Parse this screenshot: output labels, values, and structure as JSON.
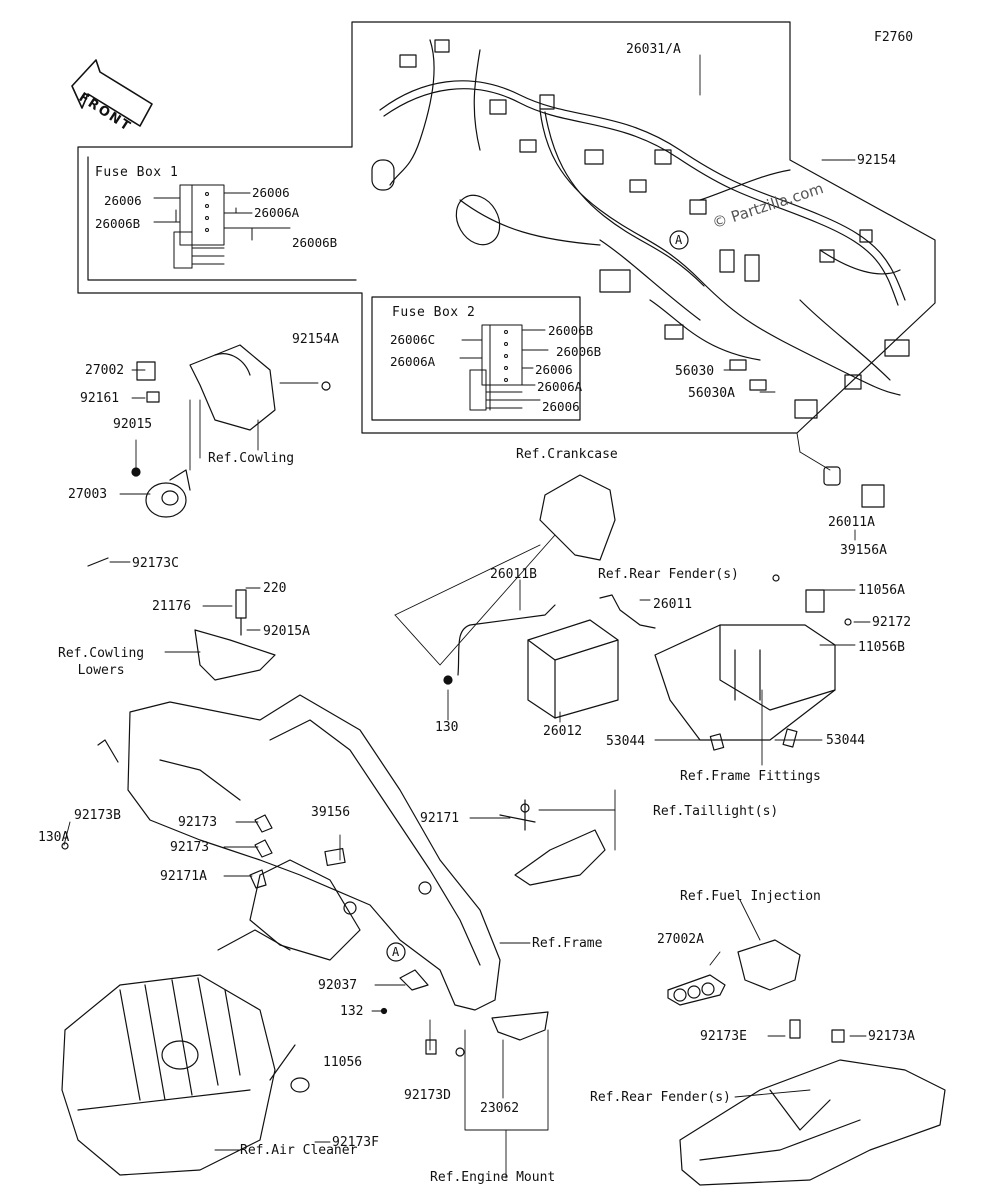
{
  "figure_code": "F2760",
  "front_label": "FRONT",
  "watermark": "© Partzilla.com",
  "fuse_box_1": {
    "title": "Fuse Box 1",
    "labels": [
      "26006",
      "26006B",
      "26006",
      "26006A",
      "26006B"
    ]
  },
  "fuse_box_2": {
    "title": "Fuse Box 2",
    "labels": [
      "26006C",
      "26006A",
      "26006B",
      "26006B",
      "26006",
      "26006A",
      "26006"
    ]
  },
  "marker_letter": "A",
  "parts": [
    "26031/A",
    "92154",
    "56030",
    "56030A",
    "92154A",
    "27002",
    "92161",
    "92015",
    "27003",
    "92173C",
    "220",
    "21176",
    "92015A",
    "26011A",
    "39156A",
    "26011B",
    "26011",
    "11056A",
    "92172",
    "11056B",
    "130",
    "26012",
    "53044",
    "53044",
    "130A",
    "92173B",
    "92171",
    "92173",
    "92173",
    "39156",
    "92171A",
    "92037",
    "132",
    "11056",
    "92173D",
    "23062",
    "27002A",
    "92173E",
    "92173A",
    "92173F"
  ],
  "refs": [
    "Ref.Cowling",
    "Ref.Cowling\nLowers",
    "Ref.Crankcase",
    "Ref.Rear Fender(s)",
    "Ref.Frame Fittings",
    "Ref.Taillight(s)",
    "Ref.Frame",
    "Ref.Fuel Injection",
    "Ref.Rear Fender(s)",
    "Ref.Air Cleaner",
    "Ref.Engine Mount"
  ],
  "icons": [
    "front-arrow-icon",
    "circled-a-marker-icon"
  ]
}
